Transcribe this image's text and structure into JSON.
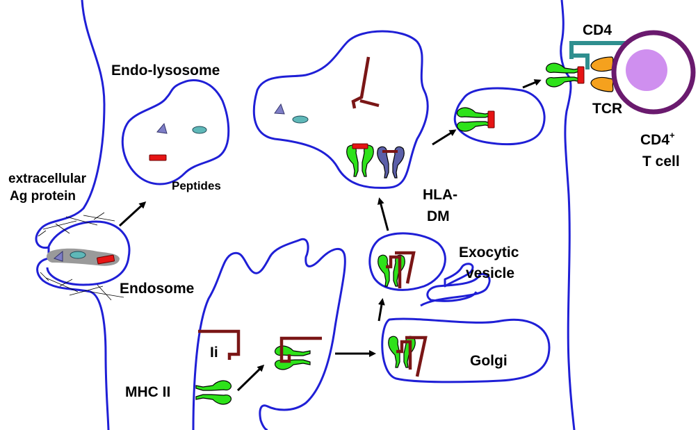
{
  "labels": {
    "extracellular_line1": "extracellular",
    "extracellular_line2": "Ag protein",
    "endosome": "Endosome",
    "endo_lysosome": "Endo-lysosome",
    "peptides": "Peptides",
    "hla_dm_line1": "HLA-",
    "hla_dm_line2": "DM",
    "exocytic_line1": "Exocytic",
    "exocytic_line2": "vesicle",
    "golgi": "Golgi",
    "ii": "Ii",
    "mhc_ii": "MHC II",
    "cd4": "CD4",
    "tcr": "TCR",
    "cd4_tcell_line1": "CD4",
    "cd4_tcell_sup": "+",
    "cd4_tcell_line2": "T cell"
  },
  "colors": {
    "membrane": "#1f1fd6",
    "invariant_chain": "#7a1616",
    "mhc_class_ii": "#2ee21a",
    "hla_dm": "#5b5fa8",
    "peptide_red": "#e61414",
    "peptide_teal": "#5fb8b8",
    "peptide_purple": "#7e7ec6",
    "cd4_coreceptor": "#2f8f8f",
    "tcr": "#f5a11e",
    "t_cell_membrane": "#6a1a6e",
    "t_cell_nucleus": "#cf8fef",
    "antigen_protein": "#9a9a9a"
  }
}
